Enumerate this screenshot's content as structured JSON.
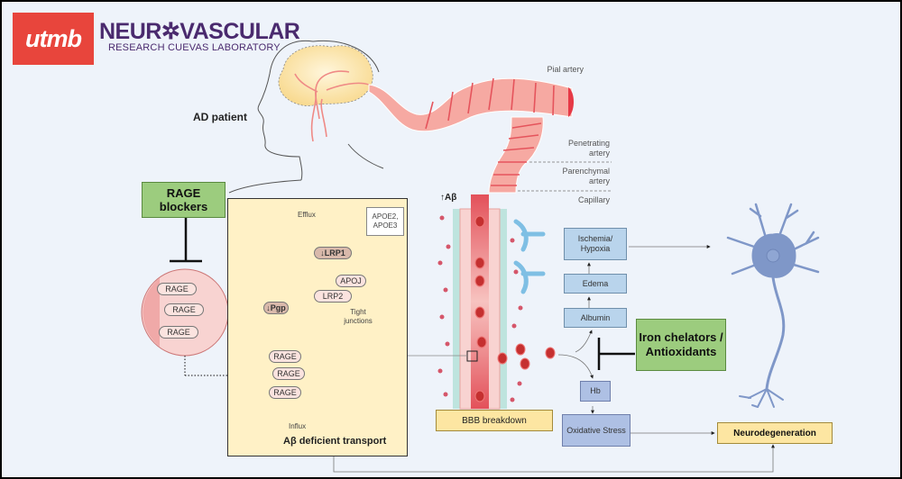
{
  "logos": {
    "utmb": "utmb",
    "lab_title": "NEUR✲VASCULAR",
    "lab_subtitle": "RESEARCH  CUEVAS LABORATORY"
  },
  "patient_label": "AD patient",
  "artery_labels": {
    "pial": "Pial artery",
    "penetrating": "Penetrating artery",
    "parenchymal": "Parenchymal artery",
    "capillary": "Capillary"
  },
  "abeta_up_label": "↑Aβ",
  "interventions": {
    "rage_blockers": "RAGE blockers",
    "iron_chelators": "Iron chelators / Antioxidants"
  },
  "rage_circle": [
    "RAGE",
    "RAGE",
    "RAGE"
  ],
  "transport_panel": {
    "title": "Aβ deficient transport",
    "efflux": "Efflux",
    "influx": "Influx",
    "apoe": "APOE2, APOE3",
    "lrp1": "↓LRP1",
    "apoj": "APOJ",
    "lrp2": "LRP2",
    "pgp": "↓Pgp",
    "tight_junctions": "Tight junctions",
    "rage": [
      "RAGE",
      "RAGE",
      "RAGE"
    ]
  },
  "bbb_breakdown": "BBB breakdown",
  "flow": {
    "ischemia": "Ischemia/ Hypoxia",
    "edema": "Edema",
    "albumin": "Albumin",
    "hb": "Hb",
    "oxidative_stress": "Oxidative Stress",
    "neurodegeneration": "Neurodegeneration"
  },
  "colors": {
    "utmb_red": "#e8453c",
    "lab_purple": "#4a2a6e",
    "intervention_green": "#9ccc7e",
    "outcome_yellow": "#fde6a2",
    "process_blue": "#b9d4ec",
    "neuron_blue": "#7f97c8",
    "artery_pink": "#f6a9a2"
  }
}
